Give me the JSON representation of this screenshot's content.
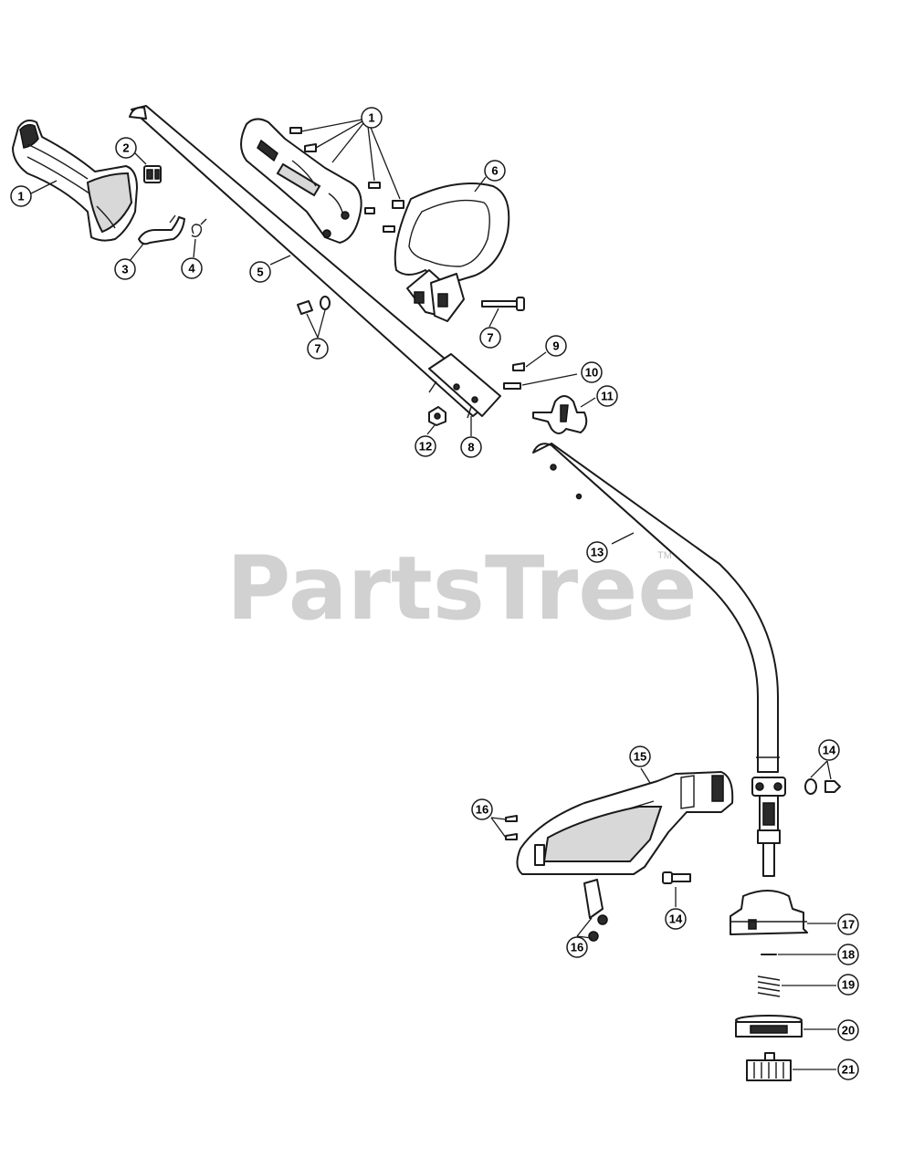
{
  "watermark": {
    "brand": "PartsTree",
    "trademark": "TM"
  },
  "callouts": [
    {
      "id": "c1a",
      "label": "1"
    },
    {
      "id": "c1b",
      "label": "1"
    },
    {
      "id": "c2",
      "label": "2"
    },
    {
      "id": "c3",
      "label": "3"
    },
    {
      "id": "c4",
      "label": "4"
    },
    {
      "id": "c5",
      "label": "5"
    },
    {
      "id": "c6",
      "label": "6"
    },
    {
      "id": "c7a",
      "label": "7"
    },
    {
      "id": "c7b",
      "label": "7"
    },
    {
      "id": "c8",
      "label": "8"
    },
    {
      "id": "c9",
      "label": "9"
    },
    {
      "id": "c10",
      "label": "10"
    },
    {
      "id": "c11",
      "label": "11"
    },
    {
      "id": "c12",
      "label": "12"
    },
    {
      "id": "c13",
      "label": "13"
    },
    {
      "id": "c14a",
      "label": "14"
    },
    {
      "id": "c14b",
      "label": "14"
    },
    {
      "id": "c15",
      "label": "15"
    },
    {
      "id": "c16a",
      "label": "16"
    },
    {
      "id": "c16b",
      "label": "16"
    },
    {
      "id": "c17",
      "label": "17"
    },
    {
      "id": "c18",
      "label": "18"
    },
    {
      "id": "c19",
      "label": "19"
    },
    {
      "id": "c20",
      "label": "20"
    },
    {
      "id": "c21",
      "label": "21"
    }
  ]
}
